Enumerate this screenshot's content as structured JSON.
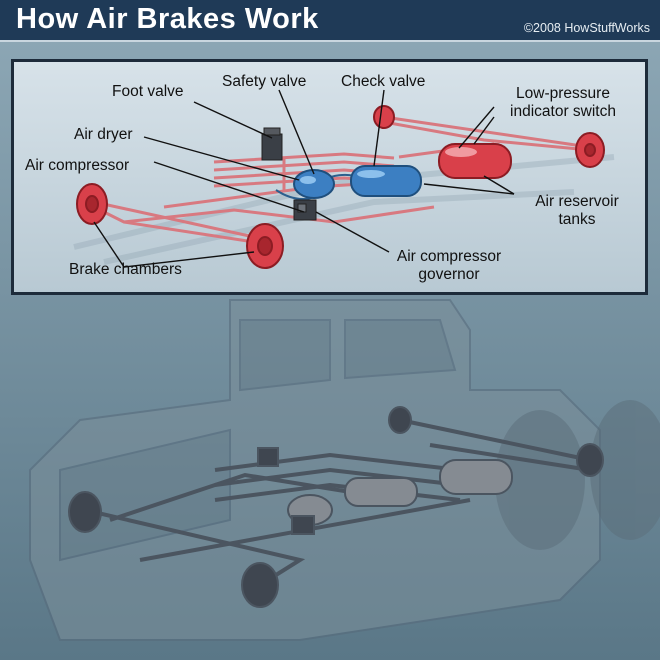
{
  "header": {
    "title": "How Air Brakes Work",
    "copyright": "©2008 HowStuffWorks"
  },
  "labels": {
    "foot_valve": "Foot valve",
    "safety_valve": "Safety valve",
    "check_valve": "Check valve",
    "low_pressure_line1": "Low-pressure",
    "low_pressure_line2": "indicator switch",
    "air_dryer": "Air dryer",
    "air_compressor": "Air compressor",
    "air_reservoir_line1": "Air reservoir",
    "air_reservoir_line2": "tanks",
    "governor_line1": "Air compressor",
    "governor_line2": "governor",
    "brake_chambers": "Brake chambers"
  },
  "colors": {
    "header_bg": "#1f3a57",
    "background": "#6f8e9e",
    "brake_red": "#d9404a",
    "tank_blue": "#3c7fc2"
  }
}
